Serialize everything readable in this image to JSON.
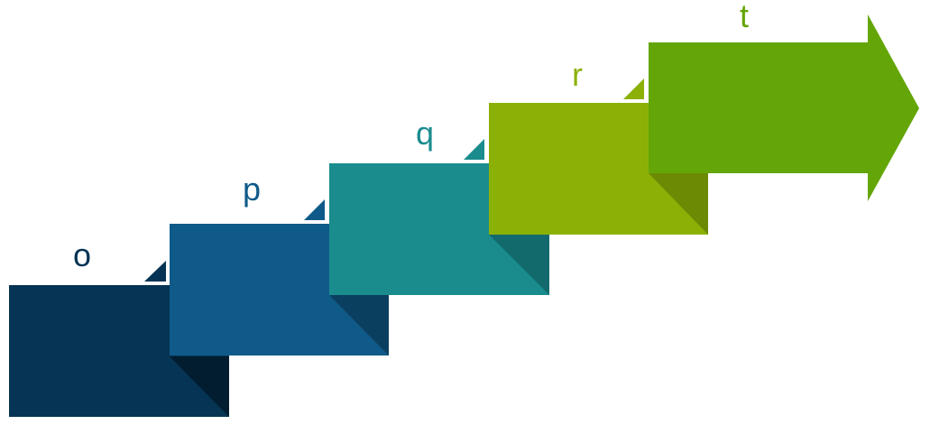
{
  "diagram": {
    "steps": [
      {
        "label": "o",
        "color": "#053454",
        "shade": "#021d30"
      },
      {
        "label": "p",
        "color": "#0f5a89",
        "shade": "#0b3f60"
      },
      {
        "label": "q",
        "color": "#1a8c8e",
        "shade": "#136a6c"
      },
      {
        "label": "r",
        "color": "#8cb106",
        "shade": "#6c8a04"
      },
      {
        "label": "t",
        "color": "#64a608",
        "shade": "#4f8506"
      }
    ]
  }
}
